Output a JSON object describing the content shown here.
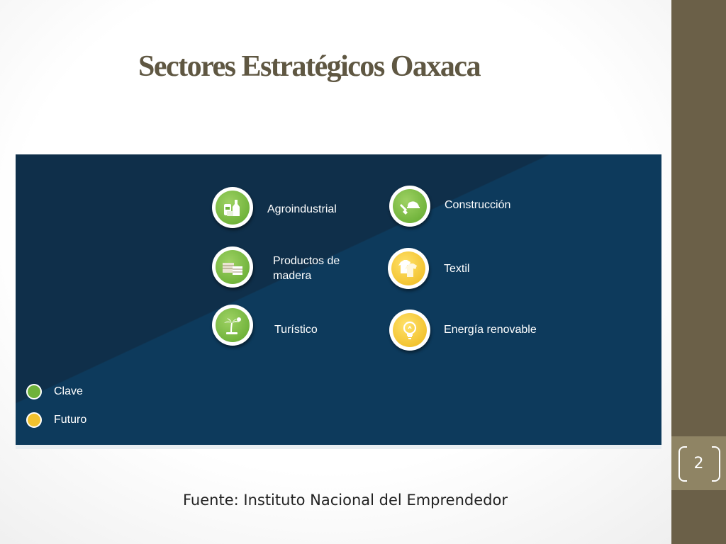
{
  "slide": {
    "title": "Sectores Estratégicos Oaxaca",
    "page_number": "2",
    "source": "Fuente: Instituto Nacional del Emprendedor"
  },
  "sectors": [
    {
      "label": "Agroindustrial",
      "icon": "bottles-icon",
      "category": "clave",
      "color": "#6fb23a"
    },
    {
      "label": "Construcción",
      "icon": "construction-tools-icon",
      "category": "clave",
      "color": "#6fb23a"
    },
    {
      "label": "Productos de madera",
      "icon": "wood-products-icon",
      "category": "clave",
      "color": "#6fb23a"
    },
    {
      "label": "Textil",
      "icon": "tshirt-icon",
      "category": "futuro",
      "color": "#f2c22e"
    },
    {
      "label": "Turístico",
      "icon": "palm-tree-icon",
      "category": "clave",
      "color": "#6fb23a"
    },
    {
      "label": "Energía renovable",
      "icon": "lightbulb-icon",
      "category": "futuro",
      "color": "#f2c22e"
    }
  ],
  "legend": [
    {
      "label": "Clave",
      "color": "#6fb23a"
    },
    {
      "label": "Futuro",
      "color": "#f2c22e"
    }
  ],
  "colors": {
    "panel": "#0d3a5c",
    "sidebar": "#6b6048",
    "title": "#5f5742"
  }
}
